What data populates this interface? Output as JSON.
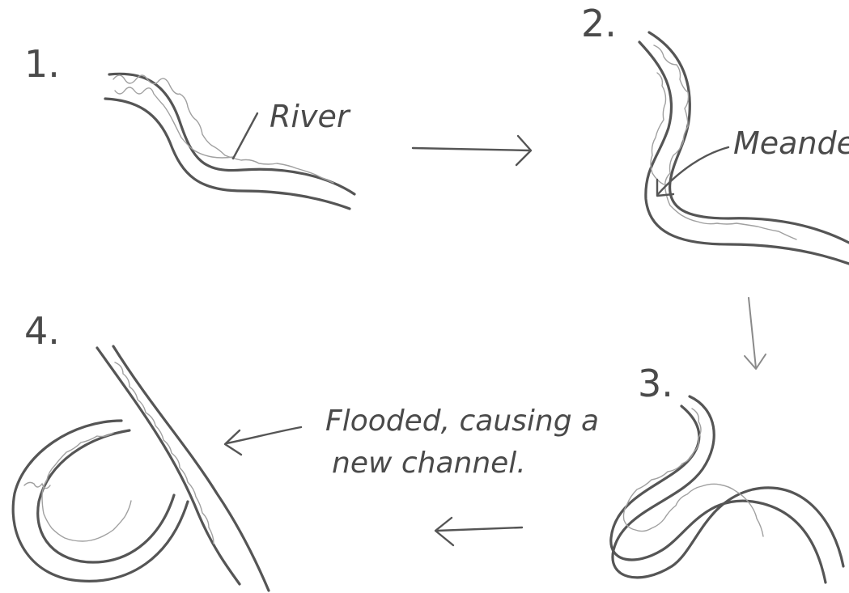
{
  "steps": [
    {
      "number": "1."
    },
    {
      "number": "2."
    },
    {
      "number": "3."
    },
    {
      "number": "4."
    }
  ],
  "labels": {
    "river": "River",
    "meander": "Meander",
    "flood_line1": "Flooded, causing a",
    "flood_line2": "new channel."
  }
}
